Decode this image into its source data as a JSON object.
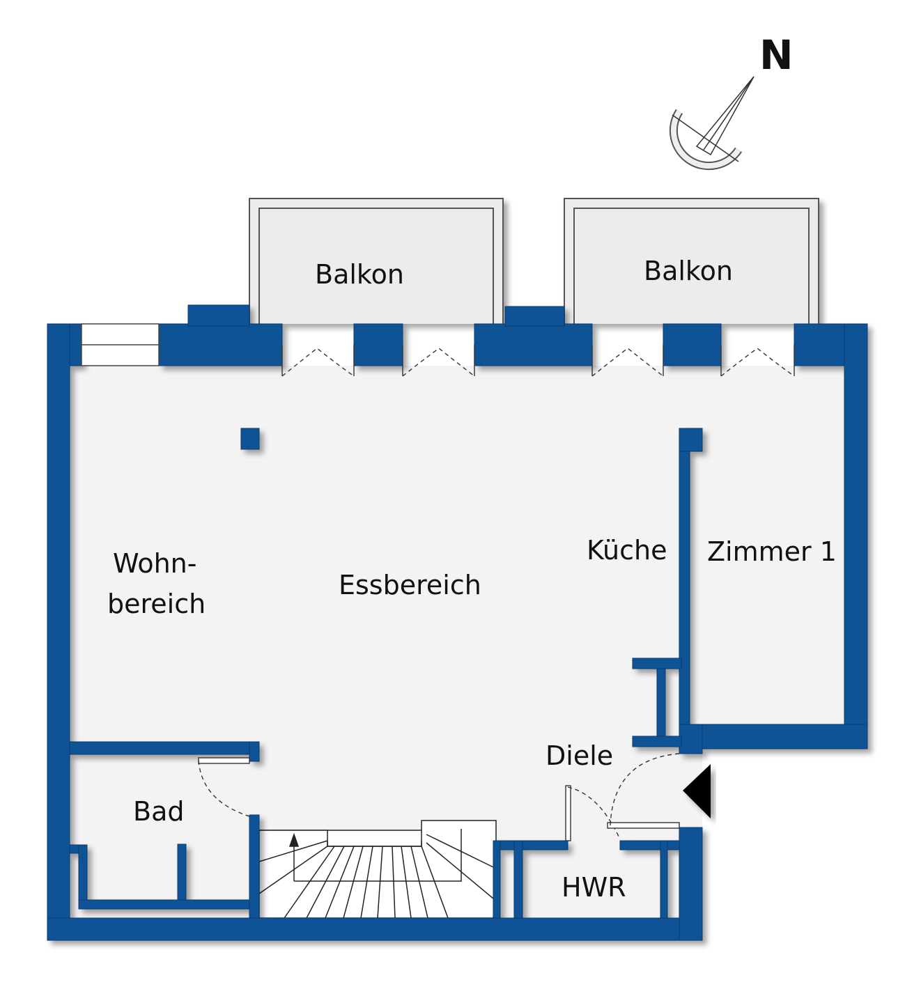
{
  "colors": {
    "wall": "#0a5296",
    "floor": "#f3f3f3",
    "balcony": "#ececec"
  },
  "compass": {
    "label": "N"
  },
  "rooms": {
    "balkon_left": "Balkon",
    "balkon_right": "Balkon",
    "wohnbereich_line1": "Wohn-",
    "wohnbereich_line2": "bereich",
    "essbereich": "Essbereich",
    "kueche": "Küche",
    "zimmer1": "Zimmer 1",
    "diele": "Diele",
    "bad": "Bad",
    "hwr": "HWR"
  }
}
